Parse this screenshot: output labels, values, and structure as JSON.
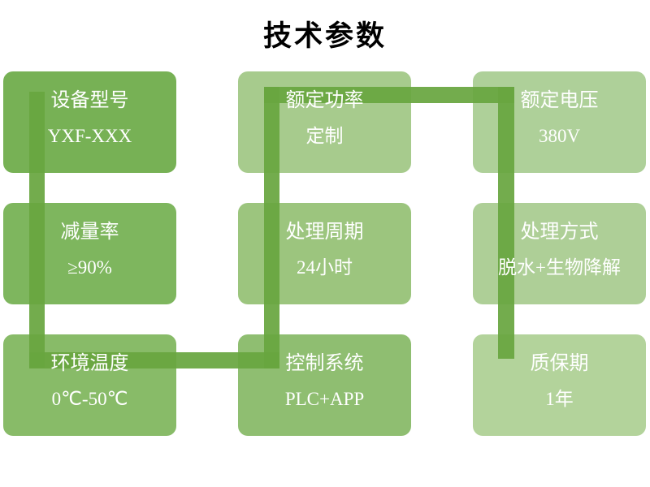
{
  "title": "技术参数",
  "colors": {
    "title_text": "#000000",
    "card_text": "#ffffff",
    "connector": "rgba(104, 166, 64, 0.93)"
  },
  "cards": [
    {
      "label": "设备型号",
      "value": "YXF-XXX",
      "color": "#77b155"
    },
    {
      "label": "额定功率",
      "value": "定制",
      "color": "#a7cb8d"
    },
    {
      "label": "额定电压",
      "value": "380V",
      "color": "#aed099"
    },
    {
      "label": "减量率",
      "value": "≥90%",
      "color": "#7eb65e"
    },
    {
      "label": "处理周期",
      "value": "24小时",
      "color": "#9cc57e"
    },
    {
      "label": "处理方式",
      "value": "脱水+生物降解",
      "color": "#aecf97"
    },
    {
      "label": "环境温度",
      "value": "0℃-50℃",
      "color": "#88bb68"
    },
    {
      "label": "控制系统",
      "value": "PLC+APP",
      "color": "#8fbe71"
    },
    {
      "label": "质保期",
      "value": "1年",
      "color": "#b3d39b"
    }
  ],
  "flow_order": [
    "设备型号",
    "减量率",
    "环境温度",
    "控制系统",
    "处理周期",
    "额定功率",
    "额定电压",
    "处理方式",
    "质保期"
  ]
}
